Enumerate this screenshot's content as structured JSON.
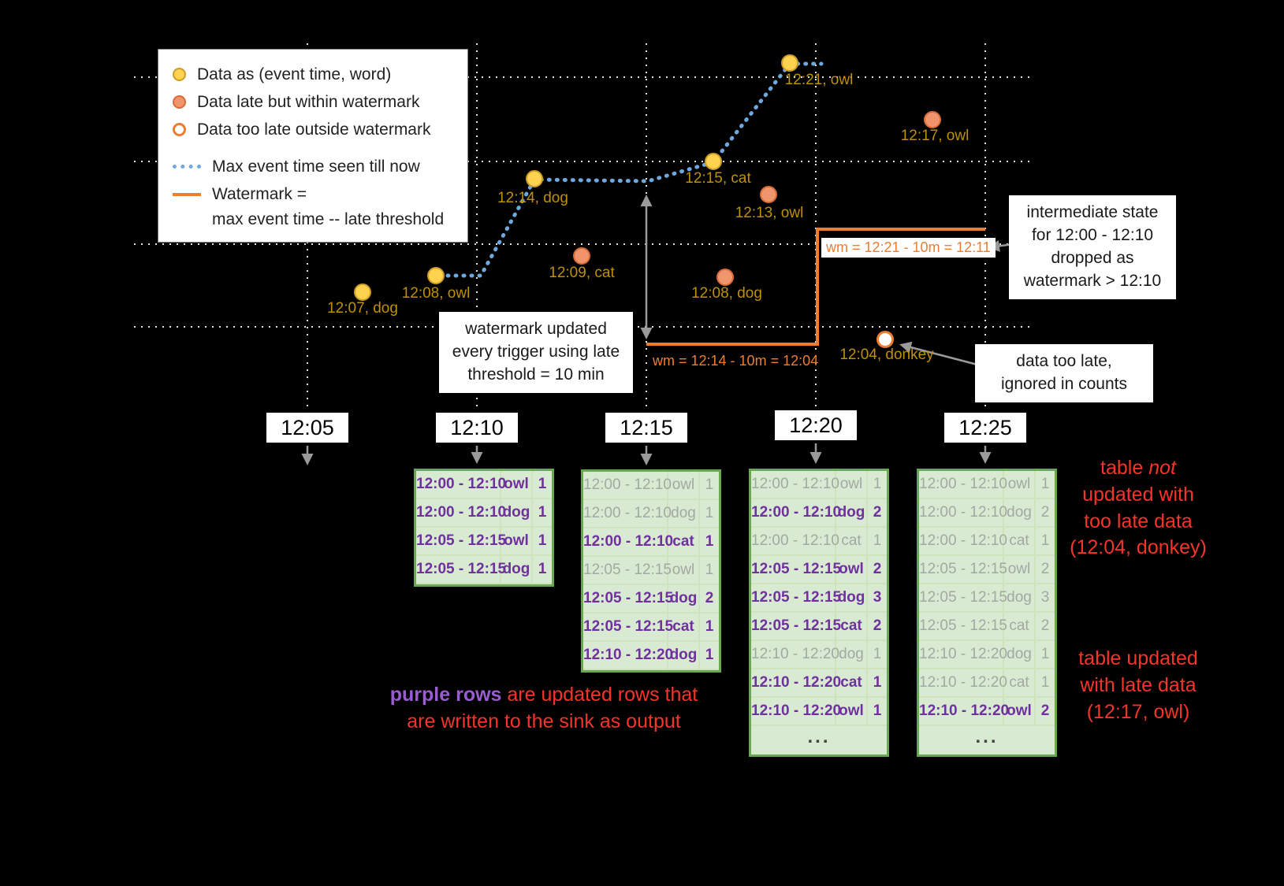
{
  "legend": {
    "items": [
      {
        "marker": "on-time-dot",
        "label": "Data as (event time, word)"
      },
      {
        "marker": "late-dot",
        "label": "Data late but within watermark"
      },
      {
        "marker": "too-late-ring",
        "label": "Data too late outside watermark"
      },
      {
        "marker": "max-event-time-line",
        "label": "Max event time seen till now"
      },
      {
        "marker": "watermark-line",
        "label": "Watermark =",
        "label2": "max event time -- late threshold"
      }
    ]
  },
  "points": [
    {
      "label": "12:07, dog",
      "type": "on-time"
    },
    {
      "label": "12:08, owl",
      "type": "on-time"
    },
    {
      "label": "12:14, dog",
      "type": "on-time"
    },
    {
      "label": "12:15, cat",
      "type": "on-time"
    },
    {
      "label": "12:21, owl",
      "type": "on-time"
    },
    {
      "label": "12:09, cat",
      "type": "late-within-watermark"
    },
    {
      "label": "12:13, owl",
      "type": "late-within-watermark"
    },
    {
      "label": "12:08, dog",
      "type": "late-within-watermark"
    },
    {
      "label": "12:17, owl",
      "type": "late-within-watermark"
    },
    {
      "label": "12:04, donkey",
      "type": "too-late"
    }
  ],
  "watermarks": {
    "wm1": "wm = 12:14 - 10m = 12:04",
    "wm2": "wm = 12:21 - 10m = 12:11"
  },
  "triggers": [
    "12:05",
    "12:10",
    "12:15",
    "12:20",
    "12:25"
  ],
  "notes": {
    "watermark_updated": {
      "l1": "watermark updated",
      "l2": "every trigger using late",
      "l3": "threshold = 10 min"
    },
    "intermediate_state": {
      "l1": "intermediate state",
      "l2": "for 12:00 - 12:10",
      "l3": "dropped as",
      "l4": "watermark > 12:10"
    },
    "too_late": {
      "l1": "data too late,",
      "l2": "ignored in counts"
    },
    "sink": {
      "highlight": "purple rows",
      "rest": " are updated rows that",
      "line2": "are written to the sink as output"
    },
    "not_updated": {
      "l1a": "table ",
      "l1b": "not",
      "l2": "updated with",
      "l3": "too late data",
      "l4": "(12:04, donkey)"
    },
    "updated_late": {
      "l1": "table updated",
      "l2": "with late data",
      "l3": "(12:17, owl)"
    }
  },
  "tables": [
    {
      "trigger": "12:10",
      "rows": [
        {
          "w": "12:00 - 12:10",
          "word": "owl",
          "n": "1",
          "cls": "updated",
          "updated": true
        },
        {
          "w": "12:00 - 12:10",
          "word": "dog",
          "n": "1",
          "cls": "updated",
          "updated": true
        },
        {
          "w": "12:05 - 12:15",
          "word": "owl",
          "n": "1",
          "cls": "updated",
          "updated": true
        },
        {
          "w": "12:05 - 12:15",
          "word": "dog",
          "n": "1",
          "cls": "updated",
          "updated": true
        }
      ]
    },
    {
      "trigger": "12:15",
      "rows": [
        {
          "w": "12:00 - 12:10",
          "word": "owl",
          "n": "1",
          "cls": "stale",
          "updated": false
        },
        {
          "w": "12:00 - 12:10",
          "word": "dog",
          "n": "1",
          "cls": "stale",
          "updated": false
        },
        {
          "w": "12:00 - 12:10",
          "word": "cat",
          "n": "1",
          "cls": "updated",
          "updated": true
        },
        {
          "w": "12:05 - 12:15",
          "word": "owl",
          "n": "1",
          "cls": "stale",
          "updated": false
        },
        {
          "w": "12:05 - 12:15",
          "word": "dog",
          "n": "2",
          "cls": "updated",
          "updated": true
        },
        {
          "w": "12:05 - 12:15",
          "word": "cat",
          "n": "1",
          "cls": "updated",
          "updated": true
        },
        {
          "w": "12:10 - 12:20",
          "word": "dog",
          "n": "1",
          "cls": "updated",
          "updated": true
        }
      ]
    },
    {
      "trigger": "12:20",
      "more": "...",
      "rows": [
        {
          "w": "12:00 - 12:10",
          "word": "owl",
          "n": "1",
          "cls": "stale",
          "updated": false
        },
        {
          "w": "12:00 - 12:10",
          "word": "dog",
          "n": "2",
          "cls": "updated",
          "updated": true
        },
        {
          "w": "12:00 - 12:10",
          "word": "cat",
          "n": "1",
          "cls": "stale",
          "updated": false
        },
        {
          "w": "12:05 - 12:15",
          "word": "owl",
          "n": "2",
          "cls": "updated",
          "updated": true
        },
        {
          "w": "12:05 - 12:15",
          "word": "dog",
          "n": "3",
          "cls": "updated",
          "updated": true
        },
        {
          "w": "12:05 - 12:15",
          "word": "cat",
          "n": "2",
          "cls": "updated",
          "updated": true
        },
        {
          "w": "12:10 - 12:20",
          "word": "dog",
          "n": "1",
          "cls": "stale",
          "updated": false
        },
        {
          "w": "12:10 - 12:20",
          "word": "cat",
          "n": "1",
          "cls": "updated",
          "updated": true
        },
        {
          "w": "12:10 - 12:20",
          "word": "owl",
          "n": "1",
          "cls": "updated",
          "updated": true
        }
      ]
    },
    {
      "trigger": "12:25",
      "more": "...",
      "rows": [
        {
          "w": "12:00 - 12:10",
          "word": "owl",
          "n": "1",
          "cls": "stale",
          "updated": false
        },
        {
          "w": "12:00 - 12:10",
          "word": "dog",
          "n": "2",
          "cls": "stale",
          "updated": false
        },
        {
          "w": "12:00 - 12:10",
          "word": "cat",
          "n": "1",
          "cls": "stale",
          "updated": false
        },
        {
          "w": "12:05 - 12:15",
          "word": "owl",
          "n": "2",
          "cls": "stale",
          "updated": false
        },
        {
          "w": "12:05 - 12:15",
          "word": "dog",
          "n": "3",
          "cls": "stale",
          "updated": false
        },
        {
          "w": "12:05 - 12:15",
          "word": "cat",
          "n": "2",
          "cls": "stale",
          "updated": false
        },
        {
          "w": "12:10 - 12:20",
          "word": "dog",
          "n": "1",
          "cls": "stale",
          "updated": false
        },
        {
          "w": "12:10 - 12:20",
          "word": "cat",
          "n": "1",
          "cls": "stale",
          "updated": false
        },
        {
          "w": "12:10 - 12:20",
          "word": "owl",
          "n": "2",
          "cls": "updated",
          "updated": true
        }
      ]
    }
  ],
  "colors": {
    "on_time_fill": "#ffd34d",
    "late_fill": "#f0956b",
    "too_late_ring": "#ed7d31",
    "max_event_line": "#6fa8dc",
    "watermark_line": "#ed7d31",
    "updated_row_text": "#7030a0",
    "stale_row_text": "#a2a8a2",
    "table_border": "#6aa84f",
    "note_red": "#f5342a",
    "point_label": "#bf9000"
  }
}
